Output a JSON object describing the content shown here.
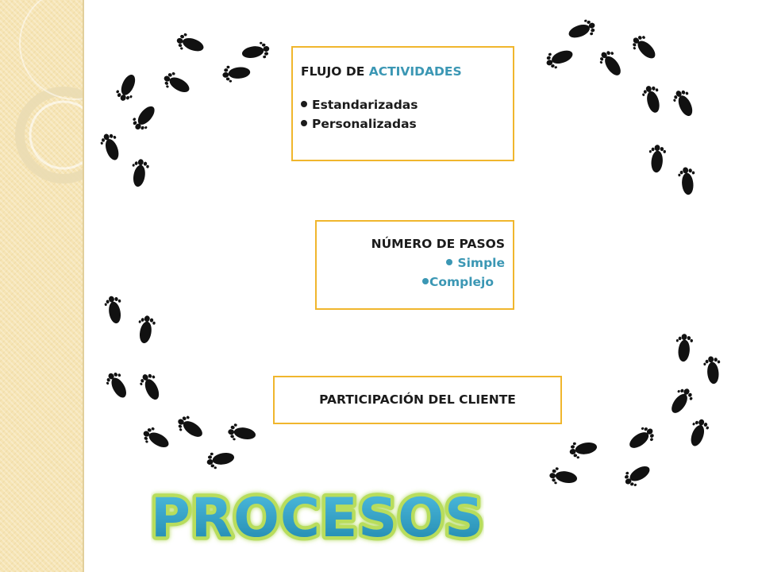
{
  "slide": {
    "box_flujo": {
      "heading_prefix": "FLUJO DE ",
      "heading_accent": "ACTIVIDADES",
      "items": [
        "Estandarizadas",
        "Personalizadas"
      ]
    },
    "box_pasos": {
      "heading": "NÚMERO DE PASOS",
      "items": [
        "Simple",
        "Complejo"
      ]
    },
    "box_participacion": {
      "label": "PARTICIPACIÓN DEL CLIENTE"
    },
    "title": "PROCESOS",
    "colors": {
      "accent_blue": "#3b97b4",
      "box_border": "#f0b62d",
      "title_fill": "#2e9ec2",
      "title_glow": "#b8dd5c",
      "side_panel": "#f6e4b4"
    },
    "icons": [
      "footprint-icon",
      "ring-decoration"
    ]
  }
}
